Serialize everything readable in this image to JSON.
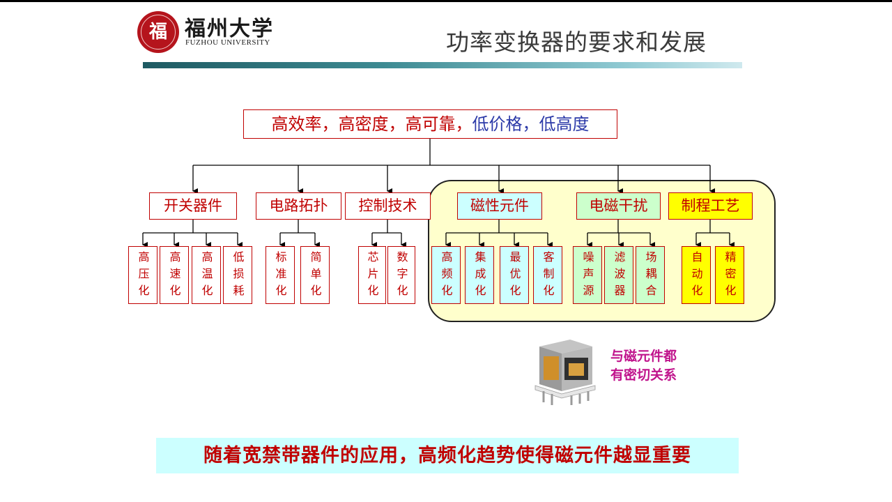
{
  "header": {
    "university_cn": "福州大学",
    "university_en": "FUZHOU UNIVERSITY",
    "logo_glyph": "福",
    "title": "功率变换器的要求和发展"
  },
  "diagram": {
    "root": {
      "red": "高效率，高密度，高可靠，",
      "blue": "低价格，低高度"
    },
    "categories": [
      {
        "label": "开关器件",
        "leaves": [
          "高压化",
          "高速化",
          "高温化",
          "低损耗"
        ]
      },
      {
        "label": "电路拓扑",
        "leaves": [
          "标准化",
          "简单化"
        ]
      },
      {
        "label": "控制技术",
        "leaves": [
          "芯片化",
          "数字化"
        ]
      },
      {
        "label": "磁性元件",
        "leaves": [
          "高频化",
          "集成化",
          "最优化",
          "客制化"
        ]
      },
      {
        "label": "电磁干扰",
        "leaves": [
          "噪声源",
          "滤波器",
          "场耦合"
        ]
      },
      {
        "label": "制程工艺",
        "leaves": [
          "自动化",
          "精密化"
        ]
      }
    ],
    "colors": {
      "cyan": "#ccffff",
      "green": "#ccffcc",
      "yellow": "#ffff00",
      "region": "#ffffcc",
      "red": "#c00000",
      "blue": "#2c3aa8"
    }
  },
  "note": {
    "line1": "与磁元件都",
    "line2": "有密切关系"
  },
  "bottom_banner": "随着宽禁带器件的应用，高频化趋势使得磁元件越显重要"
}
